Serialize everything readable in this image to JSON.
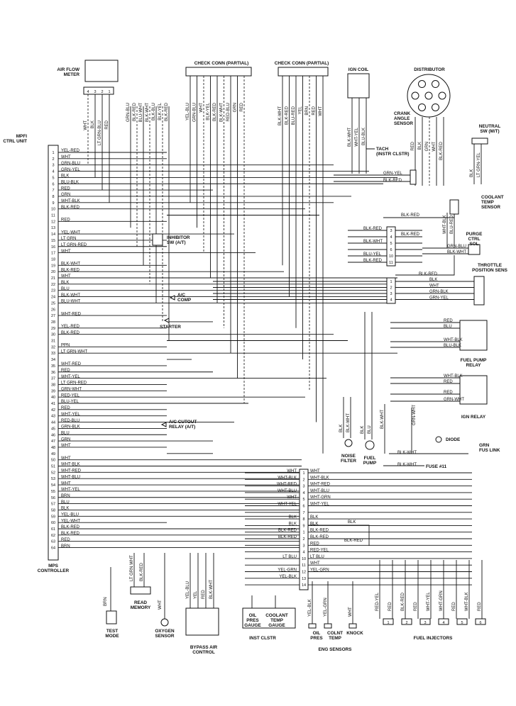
{
  "components": {
    "air_flow_meter": "AIR FLOW\nMETER",
    "check_conn_1": "CHECK CONN (PARTIAL)",
    "check_conn_2": "CHECK CONN (PARTIAL)",
    "ign_coil": "IGN COIL",
    "distributor": "DISTRIBUTOR",
    "crank_angle_sensor": "CRANK\nANGLE\nSENSOR",
    "neutral_sw": "NEUTRAL\nSW (M/T)",
    "tach": "TACH\n(INSTR CLSTR)",
    "mpfi_ctrl_unit": "MPFI\nCTRL UNIT",
    "coolant_temp_sensor": "COOLANT\nTEMP\nSENSOR",
    "inhibitor_sw": "INHIBITOR\nSW (A/T)",
    "purge_ctrl_sol": "PURGE\nCTRL\nSOL",
    "throttle_position_sens": "THROTTLE\nPOSITION SENS",
    "ac_comp": "A/C\nCOMP",
    "starter": "STARTER",
    "fuel_pump_relay": "FUEL PUMP\nRELAY",
    "ign_relay": "IGN RELAY",
    "ac_cutout_relay": "A/C CUTOUT\nRELAY (A/T)",
    "diode": "DIODE",
    "grn_fus_link": "GRN\nFUS LINK",
    "fuse_11": "FUSE #11",
    "noise_filter": "NOISE\nFILTER",
    "fuel_pump": "FUEL\nPUMP",
    "mps_controller": "MPS\nCONTROLLER",
    "test_mode": "TEST\nMODE",
    "read_memory": "READ\nMEMORY",
    "oxygen_sensor": "OXYGEN\nSENSOR",
    "bypass_air_control": "BYPASS AIR\nCONTROL",
    "oil_pres_gauge": "OIL\nPRES\nGAUGE",
    "coolant_temp_gauge": "COOLANT\nTEMP\nGAUGE",
    "inst_clstr": "INST CLSTR",
    "oil_pres": "OIL\nPRES",
    "colnt_temp": "COLNT\nTEMP",
    "knock": "KNOCK",
    "eng_sensors": "ENG SENSORS",
    "fuel_injectors": "FUEL INJECTORS"
  },
  "ecu_left_pins": [
    {
      "n": "1",
      "c": "YEL-RED"
    },
    {
      "n": "2",
      "c": "WHT"
    },
    {
      "n": "3",
      "c": "GRN-BLU"
    },
    {
      "n": "4",
      "c": "GRN-YEL"
    },
    {
      "n": "5",
      "c": "BLK"
    },
    {
      "n": "6",
      "c": "BLU-BLK"
    },
    {
      "n": "7",
      "c": "RED"
    },
    {
      "n": "8",
      "c": "GRN"
    },
    {
      "n": "9",
      "c": "WHT-BLK"
    },
    {
      "n": "10",
      "c": "BLK-RED"
    },
    {
      "n": "11",
      "c": ""
    },
    {
      "n": "12",
      "c": "RED"
    },
    {
      "n": "13",
      "c": ""
    },
    {
      "n": "14",
      "c": "YEL-WHT"
    },
    {
      "n": "15",
      "c": "LT GRN"
    },
    {
      "n": "16",
      "c": "LT GRN-RED"
    },
    {
      "n": "17",
      "c": "WHT"
    },
    {
      "n": "18",
      "c": ""
    },
    {
      "n": "19",
      "c": "BLK-WHT"
    },
    {
      "n": "20",
      "c": "BLK-RED"
    },
    {
      "n": "21",
      "c": "WHT"
    },
    {
      "n": "22",
      "c": "BLK"
    },
    {
      "n": "23",
      "c": "BLU"
    },
    {
      "n": "24",
      "c": "BLK-WHT"
    },
    {
      "n": "25",
      "c": "BLU-WHT"
    },
    {
      "n": "26",
      "c": ""
    },
    {
      "n": "27",
      "c": "WHT-RED"
    },
    {
      "n": "28",
      "c": ""
    },
    {
      "n": "29",
      "c": "YEL-RED"
    },
    {
      "n": "30",
      "c": "BLK-RED"
    },
    {
      "n": "31",
      "c": ""
    },
    {
      "n": "32",
      "c": "PPN"
    },
    {
      "n": "33",
      "c": "LT GRN-WHT"
    },
    {
      "n": "34",
      "c": ""
    },
    {
      "n": "35",
      "c": "WHT-RED"
    },
    {
      "n": "36",
      "c": "RED"
    },
    {
      "n": "37",
      "c": "WHT-YEL"
    },
    {
      "n": "38",
      "c": "LT GRN-RED"
    },
    {
      "n": "39",
      "c": "GRN-WHT"
    },
    {
      "n": "40",
      "c": "RED-YEL"
    },
    {
      "n": "41",
      "c": "BLU-YEL"
    },
    {
      "n": "42",
      "c": "RED"
    },
    {
      "n": "43",
      "c": "WHT-YEL"
    },
    {
      "n": "44",
      "c": "RED-BLU"
    },
    {
      "n": "45",
      "c": "GRN-BLK"
    },
    {
      "n": "46",
      "c": "BLU"
    },
    {
      "n": "47",
      "c": "GRN"
    },
    {
      "n": "48",
      "c": "WHT"
    },
    {
      "n": "49",
      "c": ""
    },
    {
      "n": "50",
      "c": "WHT"
    },
    {
      "n": "51",
      "c": "WHT-BLK"
    },
    {
      "n": "52",
      "c": "WHT-RED"
    },
    {
      "n": "53",
      "c": "WHT-BLU"
    },
    {
      "n": "54",
      "c": "WHT"
    },
    {
      "n": "55",
      "c": "WHT-YEL"
    },
    {
      "n": "56",
      "c": "BRN"
    },
    {
      "n": "57",
      "c": "BLU"
    },
    {
      "n": "58",
      "c": "BLK"
    },
    {
      "n": "59",
      "c": "YEL-BLU"
    },
    {
      "n": "60",
      "c": "YEL-WHT"
    },
    {
      "n": "61",
      "c": "BLK-RED"
    },
    {
      "n": "62",
      "c": "BLK-RED"
    },
    {
      "n": "63",
      "c": "RED"
    },
    {
      "n": "64",
      "c": "BRN"
    }
  ],
  "afm_pins": [
    "4",
    "3",
    "2",
    "1"
  ],
  "afm_wires": [
    "WHT",
    "BLK",
    "LT GRN-BLU",
    "RED"
  ],
  "check_conn1_wires": [
    "YEL-BLU",
    "GRN-BLU",
    "WHT",
    "BLK-YEL",
    "BLK-RED",
    "BLK-WHT",
    "RED-BLU",
    "GRN",
    "RED"
  ],
  "check_conn1_left_wires": [
    "GRN-BLU",
    "BLK-RED",
    "BLU-WHT",
    "BLK-WHT",
    "BLK-BLU",
    "BLK-YEL",
    "BLK-RED"
  ],
  "check_conn2_wires": [
    "BLK-WHT",
    "BLK-RED",
    "BLU-RED",
    "YEL",
    "BRN",
    "RED",
    "WHT"
  ],
  "ign_coil_wires": [
    "BLK-WHT",
    "WHT-YEL",
    "BLU-BLK"
  ],
  "dist_wires": [
    "RED",
    "BLK",
    "GRN",
    "WHT",
    "BLK-RED"
  ],
  "neutral_wires": [
    "BLK",
    "LT GRN-YEL"
  ],
  "grn_yel_label": "GRN-YEL",
  "blk_red_label": "BLK-RED",
  "coolant_wires": [
    "WHT-BLK",
    "BLU-RED"
  ],
  "inner_conn_a": [
    {
      "n": "3",
      "c": "BLK-RED"
    },
    {
      "n": "4",
      "c": ""
    },
    {
      "n": "5",
      "c": "BLK-WHT"
    },
    {
      "n": "6",
      "c": ""
    },
    {
      "n": "10",
      "c": "BLU-YEL"
    },
    {
      "n": "11",
      "c": "BLK-RED"
    }
  ],
  "purge_wires": [
    "GRN-BLU",
    "BLK-WHT"
  ],
  "inner_conn_b": [
    {
      "n": "1",
      "c": "BLK"
    },
    {
      "n": "2",
      "c": "WHT"
    },
    {
      "n": "3",
      "c": "GRN-BLK"
    },
    {
      "n": "4",
      "c": "GRN-YEL"
    }
  ],
  "fp_relay_wires": [
    "RED",
    "BLU",
    "WHT-BLK",
    "BLU-BLK"
  ],
  "ign_relay_wires": [
    "WHT-BLK",
    "RED",
    "RED",
    "GRN-WHT"
  ],
  "fus_link_wires": [
    "BLK-WHT",
    "GRN-WHT"
  ],
  "fuse11_wire": "BLK-WHT",
  "noise_filter_wires": [
    "BLK",
    "BLK-WHT"
  ],
  "fuel_pump_wires": [
    "BLK",
    "BLU"
  ],
  "lower_conn": [
    {
      "n": "1",
      "l": "WHT",
      "r": "WHT"
    },
    {
      "n": "2",
      "l": "WHT-BLK",
      "r": "WHT-BLK"
    },
    {
      "n": "3",
      "l": "WHT-RED",
      "r": "WHT-RED"
    },
    {
      "n": "4",
      "l": "WHT-BLU",
      "r": "WHT-BLU"
    },
    {
      "n": "5",
      "l": "WHT",
      "r": "WHT-GRN"
    },
    {
      "n": "6",
      "l": "WHT-YEL",
      "r": "WHT-YEL"
    },
    {
      "n": "7",
      "l": "",
      "r": ""
    },
    {
      "n": "8",
      "l": "BLK",
      "r": "BLK"
    },
    {
      "n": "9",
      "l": "BLK",
      "r": "BLK"
    },
    {
      "n": "1",
      "l": "BLK-RED",
      "r": "BLK-RED"
    },
    {
      "n": "2",
      "l": "BLK-RED",
      "r": "BLK-RED"
    },
    {
      "n": "3",
      "l": "",
      "r": "RED"
    },
    {
      "n": "4",
      "l": "",
      "r": "RED-YEL"
    },
    {
      "n": "10",
      "l": "LT BLU",
      "r": "LT BLU"
    },
    {
      "n": "11",
      "l": "",
      "r": "WHT"
    },
    {
      "n": "12",
      "l": "YEL-GRN",
      "r": "YEL-GRN"
    },
    {
      "n": "13",
      "l": "YEL-BLK",
      "r": ""
    },
    {
      "n": "14",
      "l": "",
      "r": ""
    }
  ],
  "lower_extra": [
    "BLK",
    "BLK-RED"
  ],
  "test_mode_wire": "BRN",
  "read_memory_wires": [
    "LT GRN WHT",
    "BLK-RED"
  ],
  "oxygen_wire": "WHT",
  "bypass_wires": [
    "YEL-BLU",
    "YEL",
    "RED",
    "BLK-WHT"
  ],
  "eng_sensor_wires": [
    "YEL-BLK",
    "YEL-GRN",
    "WHT"
  ],
  "injector_wires": [
    "RED-YEL",
    "RED",
    "BLK-RED",
    "RED",
    "WHT-YEL",
    "WHT-GRN",
    "RED",
    "WHT-BLK",
    "RED"
  ],
  "injector_nums": [
    "1",
    "2",
    "3",
    "4",
    "5",
    "6"
  ]
}
